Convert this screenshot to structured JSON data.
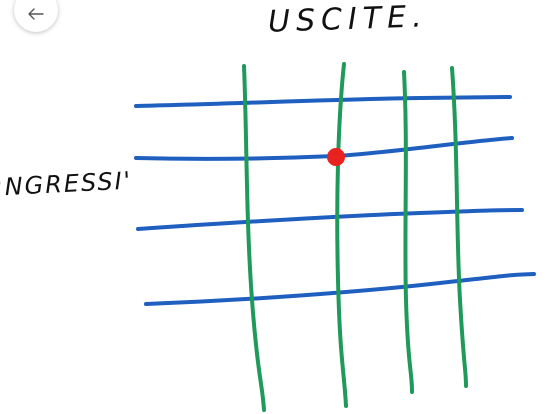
{
  "labels": {
    "top": "USCITE.",
    "left": "'NGRESSI'"
  },
  "nav": {
    "back_icon": "arrow-left-icon"
  },
  "colors": {
    "input_lines": "#1f5fbf",
    "output_lines": "#1f9a5a",
    "intersection_dot": "#e8231f",
    "text": "#111111"
  },
  "diagram": {
    "input_line_count": 4,
    "output_line_count": 4,
    "highlighted_intersection": {
      "input_row": 2,
      "output_column": 2
    }
  }
}
